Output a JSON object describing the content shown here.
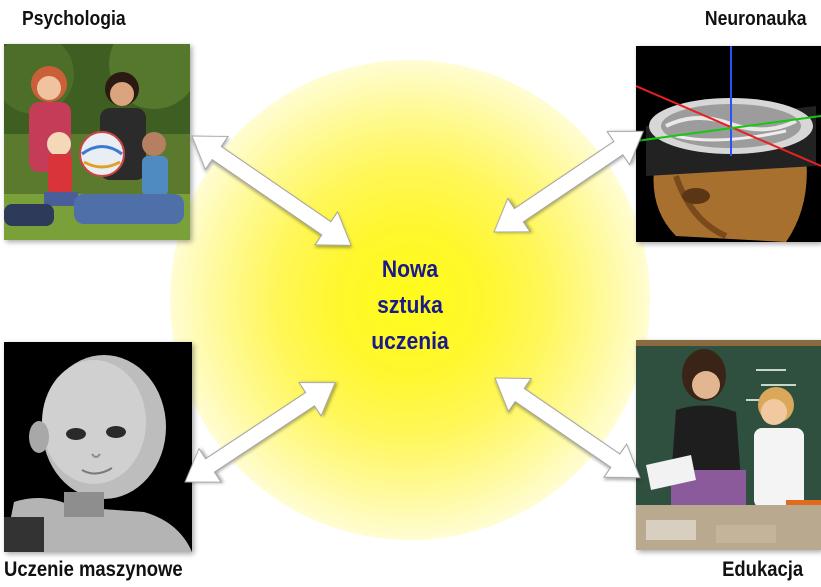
{
  "center": {
    "line1": "Nowa",
    "line2": "sztuka",
    "line3": "uczenia"
  },
  "nodes": {
    "psychologia": "Psychologia",
    "neuronauka": "Neuronauka",
    "uczenie": "Uczenie maszynowe",
    "edukacja": "Edukacja"
  },
  "colors": {
    "center_text": "#1a1a8a",
    "glow": "#fff72e",
    "arrow_fill": "#ffffff",
    "arrow_stroke": "#9a9a9a"
  }
}
